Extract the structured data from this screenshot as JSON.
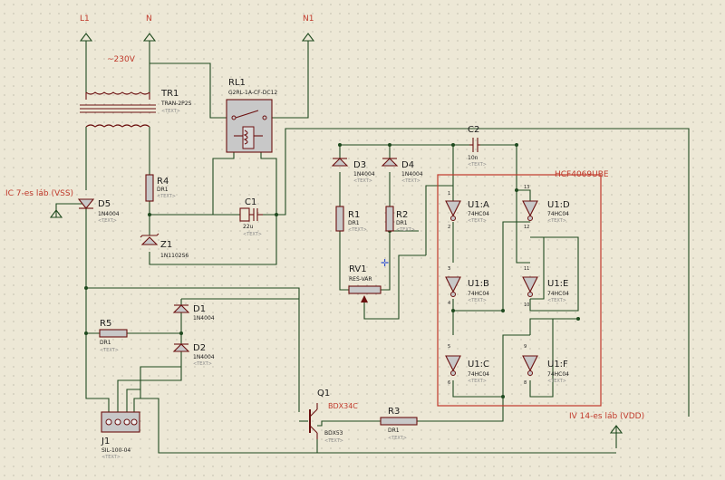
{
  "nets": {
    "l1": "L1",
    "n": "N",
    "n1": "N1",
    "vss": "IC 7-es láb (VSS)",
    "vdd": "IV 14-es láb (VDD)",
    "v230": "~230V"
  },
  "ic_label": "HCF4069UBE",
  "text_placeholder": "<TEXT>",
  "components": {
    "tr1": {
      "ref": "TR1",
      "value": "TRAN-2P2S"
    },
    "rl1": {
      "ref": "RL1",
      "value": "G2RL-1A-CF-DC12"
    },
    "r4": {
      "ref": "R4",
      "value": "DR1"
    },
    "d5": {
      "ref": "D5",
      "value": "1N4004"
    },
    "z1": {
      "ref": "Z1",
      "value": "1N1102S6"
    },
    "c1": {
      "ref": "C1",
      "value": "22u"
    },
    "c2": {
      "ref": "C2",
      "value": "10n"
    },
    "d3": {
      "ref": "D3",
      "value": "1N4004"
    },
    "d4": {
      "ref": "D4",
      "value": "1N4004"
    },
    "r1": {
      "ref": "R1",
      "value": "DR1"
    },
    "r2": {
      "ref": "R2",
      "value": "DR1"
    },
    "rv1": {
      "ref": "RV1",
      "value": "RES-VAR"
    },
    "d1": {
      "ref": "D1",
      "value": "1N4004"
    },
    "d2": {
      "ref": "D2",
      "value": "1N4004"
    },
    "r5": {
      "ref": "R5",
      "value": "DR1"
    },
    "j1": {
      "ref": "J1",
      "value": "SIL-100-04"
    },
    "q1": {
      "ref": "Q1",
      "value": "BDX53",
      "label": "BDX34C"
    },
    "r3": {
      "ref": "R3",
      "value": "DR1"
    }
  },
  "gates": [
    {
      "ref": "U1:A",
      "value": "74HC04",
      "pin_in": "1",
      "pin_out": "2"
    },
    {
      "ref": "U1:B",
      "value": "74HC04",
      "pin_in": "3",
      "pin_out": "4"
    },
    {
      "ref": "U1:C",
      "value": "74HC04",
      "pin_in": "5",
      "pin_out": "6"
    },
    {
      "ref": "U1:D",
      "value": "74HC04",
      "pin_in": "13",
      "pin_out": "12"
    },
    {
      "ref": "U1:E",
      "value": "74HC04",
      "pin_in": "11",
      "pin_out": "10"
    },
    {
      "ref": "U1:F",
      "value": "74HC04",
      "pin_in": "9",
      "pin_out": "8"
    }
  ],
  "colors": {
    "background": "#ede8d6",
    "grid": "#8a8a7a",
    "wire": "#1f4a1f",
    "component": "#6b1010",
    "label": "#c0392b",
    "ic_box": "#c0392b"
  }
}
